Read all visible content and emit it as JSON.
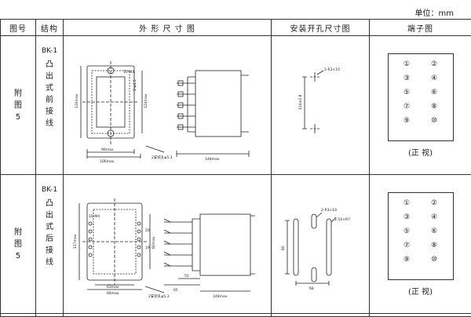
{
  "unit_label": "单位：mm",
  "headers": {
    "fig_no": "图号",
    "structure": "结构",
    "outline": "外 形 尺 寸 图",
    "mounting": "安装开孔尺寸图",
    "terminal": "端子图"
  },
  "rows": [
    {
      "fig_id": [
        "附",
        "图",
        "5"
      ],
      "model": "BK-1",
      "struct_type": [
        "凸",
        "出",
        "式",
        "前",
        "接",
        "线"
      ],
      "outline_labels": {
        "screw": "10-M4",
        "w1": "96max",
        "w2": "106max",
        "h1": "130max",
        "h2": "124max",
        "spacing": "2-φ4.5",
        "hole_note": "2安装孔φ5.3",
        "depth": "148max"
      },
      "mount_labels": {
        "hole": "2-R3×10",
        "height": "124±0.8"
      },
      "terminals": [
        "①",
        "②",
        "③",
        "④",
        "⑤",
        "⑥",
        "⑦",
        "⑧",
        "⑨",
        "⑩"
      ],
      "terminal_caption": "(正  视)"
    },
    {
      "fig_id": [
        "附",
        "图",
        "5"
      ],
      "model": "BK-1",
      "struct_type": [
        "凸",
        "出",
        "式",
        "后",
        "接",
        "线"
      ],
      "outline_labels": {
        "screw": "10-M4",
        "w1": "63max",
        "w2": "84max",
        "h1": "117max",
        "h2": "80max",
        "s1": "20",
        "s2": "19",
        "hole_note": "2安装孔φ5.3",
        "d1": "55",
        "d2": "65",
        "depth": "148max"
      },
      "mount_labels": {
        "hole1": "2-R3×10",
        "hole2": "2-10×R7",
        "height": "80",
        "width": "68"
      },
      "terminals": [
        "①",
        "②",
        "③",
        "④",
        "⑤",
        "⑥",
        "⑦",
        "⑧",
        "⑨",
        "⑩"
      ],
      "terminal_caption": "(正  视)"
    }
  ]
}
